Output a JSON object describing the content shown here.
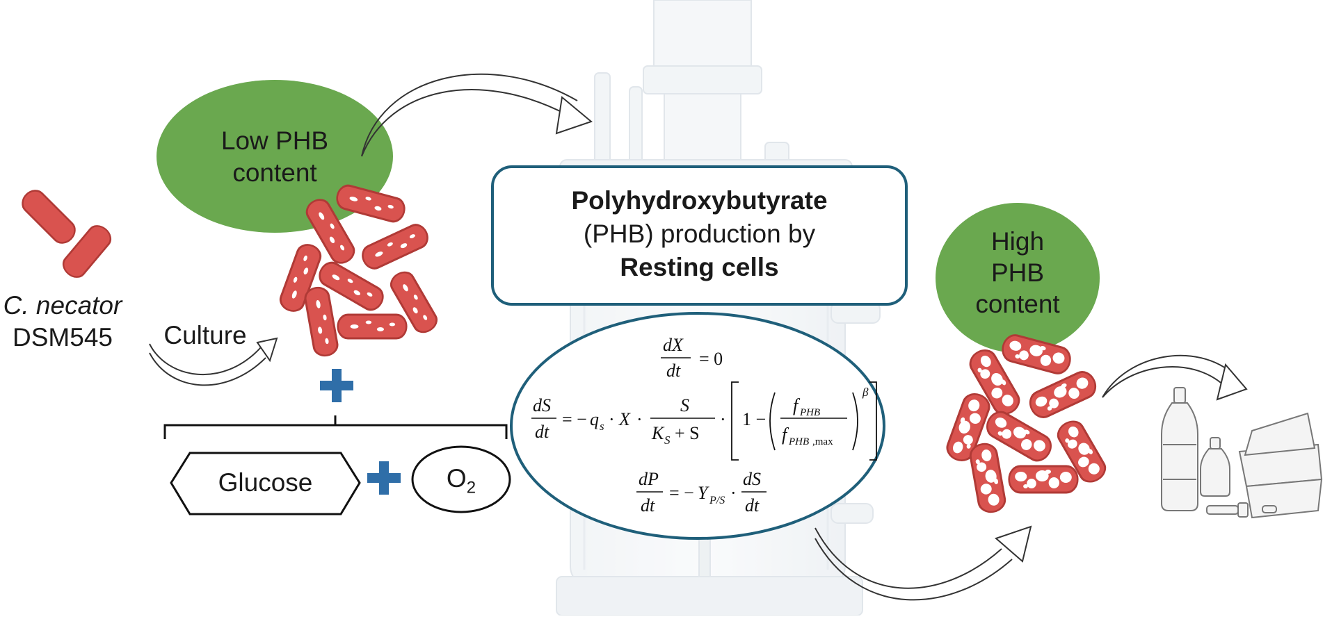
{
  "organism": {
    "name": "C. necator",
    "strain": "DSM545"
  },
  "culture_label": "Culture",
  "low_phb": {
    "line1": "Low PHB",
    "line2": "content"
  },
  "high_phb": {
    "line1": "High",
    "line2": "PHB",
    "line3": "content"
  },
  "substrates": {
    "glucose": "Glucose",
    "oxygen": "O",
    "oxygen_sub": "2"
  },
  "process_box": {
    "title_bold": "Polyhydroxybutyrate",
    "middle": "(PHB) production by",
    "bottom_bold": "Resting cells"
  },
  "colors": {
    "green_blob": "#6aa84f",
    "cell_fill": "#d9534f",
    "cell_stroke": "#b03a36",
    "plus": "#2f6ea8",
    "box_border": "#1f5f7a"
  },
  "icons": [
    "plus-icon",
    "curved-arrow-icon",
    "bacterium-icon",
    "bioreactor-icon",
    "plastic-products-icon"
  ]
}
